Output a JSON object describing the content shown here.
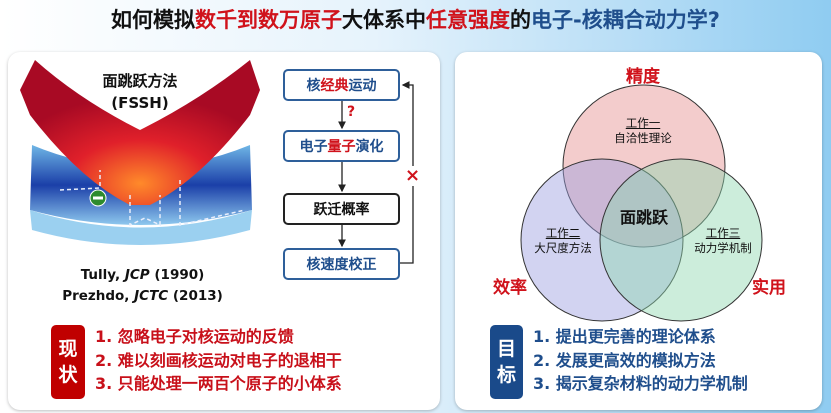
{
  "title": {
    "part1": "如何模拟",
    "part2": "数千到数万原子",
    "part3": "大体系中",
    "part4": "任意强度",
    "part5": "的",
    "part6": "电子-核耦合动力学?"
  },
  "left_panel": {
    "method_name": "面跳跃方法",
    "method_abbr": "(FSSH)",
    "citation1_author": "Tully, ",
    "citation1_journal": "JCP",
    "citation1_year": " (1990)",
    "citation2_author": "Prezhdo, ",
    "citation2_journal": "JCTC",
    "citation2_year": " (2013)",
    "flow": {
      "box1_a": "核",
      "box1_b": "经典",
      "box1_c": "运动",
      "question_mark": "?",
      "box2_a": "电子",
      "box2_b": "量子",
      "box2_c": "演化",
      "box3": "跃迁概率",
      "box4": "核速度校正",
      "cross_mark": "×"
    },
    "status_badge": [
      "现",
      "状"
    ],
    "status_items": [
      "1. 忽略电子对核运动的反馈",
      "2. 难以刻画核运动对电子的退相干",
      "3. 只能处理一两百个原子的小体系"
    ]
  },
  "right_panel": {
    "venn": {
      "top_label": "精度",
      "left_label": "效率",
      "right_label": "实用",
      "center": "面跳跃",
      "work1_title": "工作一",
      "work1_desc": "自洽性理论",
      "work2_title": "工作二",
      "work2_desc": "大尺度方法",
      "work3_title": "工作三",
      "work3_desc": "动力学机制"
    },
    "goal_badge": [
      "目",
      "标"
    ],
    "goal_items": [
      "1. 提出更完善的理论体系",
      "2. 发展更高效的模拟方法",
      "3. 揭示复杂材料的动力学机制"
    ]
  },
  "colors": {
    "red": "#d0121b",
    "blue": "#1f4e8c",
    "badge_red": "#c00000",
    "badge_blue": "#1a4a8a"
  }
}
